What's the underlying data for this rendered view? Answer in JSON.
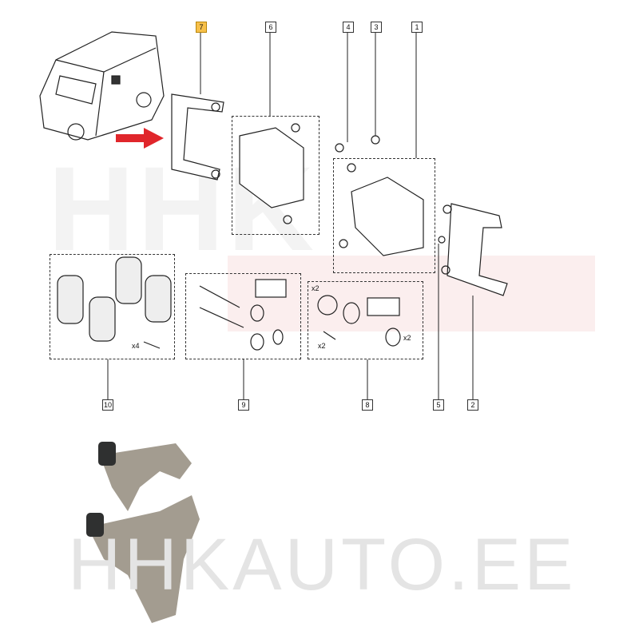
{
  "watermark": {
    "top": "HHK",
    "bottom": "HHKAUTO.EE"
  },
  "callouts": [
    {
      "id": "7",
      "active": true
    },
    {
      "id": "6"
    },
    {
      "id": "4"
    },
    {
      "id": "3"
    },
    {
      "id": "1"
    },
    {
      "id": "10"
    },
    {
      "id": "9"
    },
    {
      "id": "8"
    },
    {
      "id": "5"
    },
    {
      "id": "2"
    }
  ],
  "quantities": {
    "pads": "x4",
    "kit8_ring": "x2",
    "kit8_bolt": "x2",
    "kit8_boot": "x2"
  },
  "colors": {
    "highlight": "#f7c04a",
    "arrow": "#e0262b",
    "part": "#a39c90"
  }
}
